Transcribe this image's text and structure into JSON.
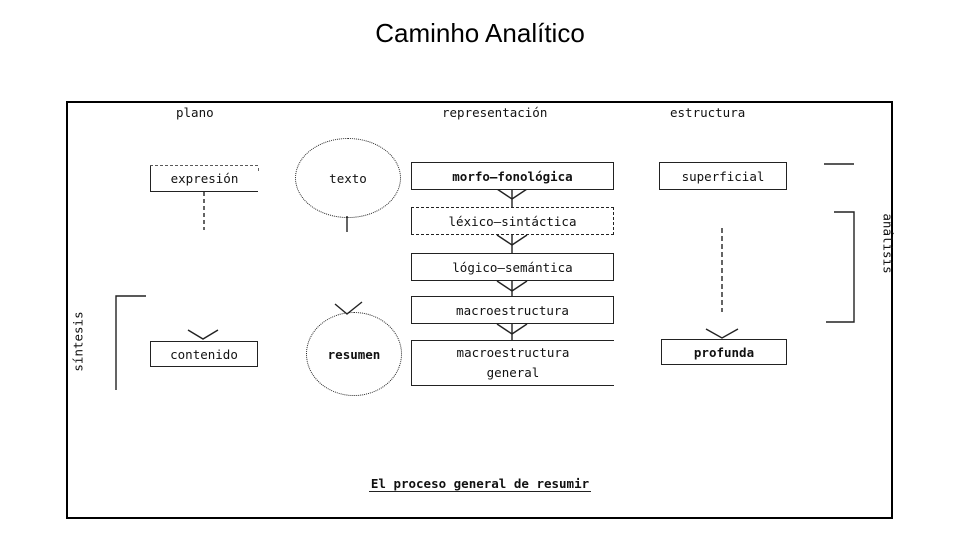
{
  "title": "Caminho Analítico",
  "headers": {
    "plano": "plano",
    "representacion": "representación",
    "estructura": "estructura"
  },
  "plano": {
    "expresion": "expresión",
    "contenido": "contenido"
  },
  "circles": {
    "texto": "texto",
    "resumen": "resumen"
  },
  "representacion": {
    "levels": [
      "morfo—fonológica",
      "léxico—sintáctica",
      "lógico—semántica",
      "macroestructura",
      "macroestructura general"
    ]
  },
  "estructura": {
    "superficial": "superficial",
    "profunda": "profunda"
  },
  "side_labels": {
    "analisis": "análisis",
    "sintesis": "síntesis"
  },
  "caption": "El proceso general de resumir"
}
